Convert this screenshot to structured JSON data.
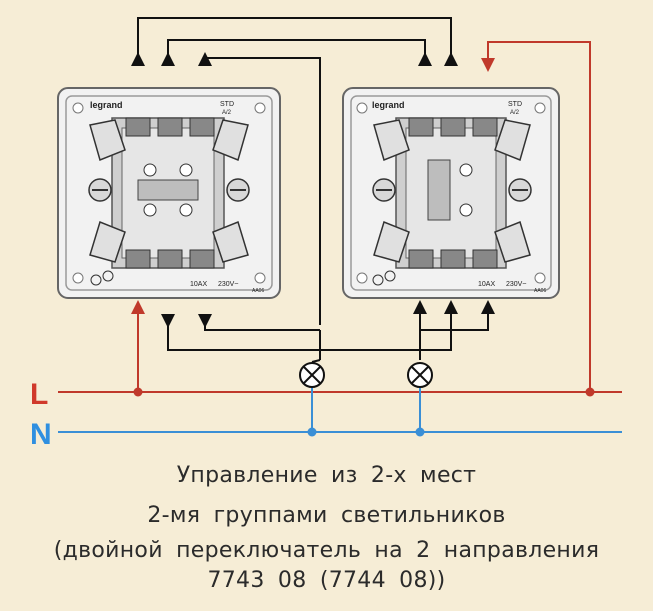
{
  "labels": {
    "line": "L",
    "neutral": "N",
    "brand": "legrand",
    "std": "STD",
    "std_sub": "A/2",
    "rating": "10AX",
    "voltage": "230V~",
    "mark": "AA06"
  },
  "colors": {
    "background": "#f6edd6",
    "line_wire": "#c0392b",
    "neutral_wire": "#3a8fd6",
    "control_wire": "#111111",
    "line_label": "#d0392b",
    "neutral_label": "#2f8fe0"
  },
  "caption": {
    "line1": "Управление из 2-х мест",
    "line2": "2-мя группами светильников",
    "line3": "(двойной переключатель на 2 направления",
    "line4_a": "7743 08",
    "line4_b": "(7744 08))"
  }
}
